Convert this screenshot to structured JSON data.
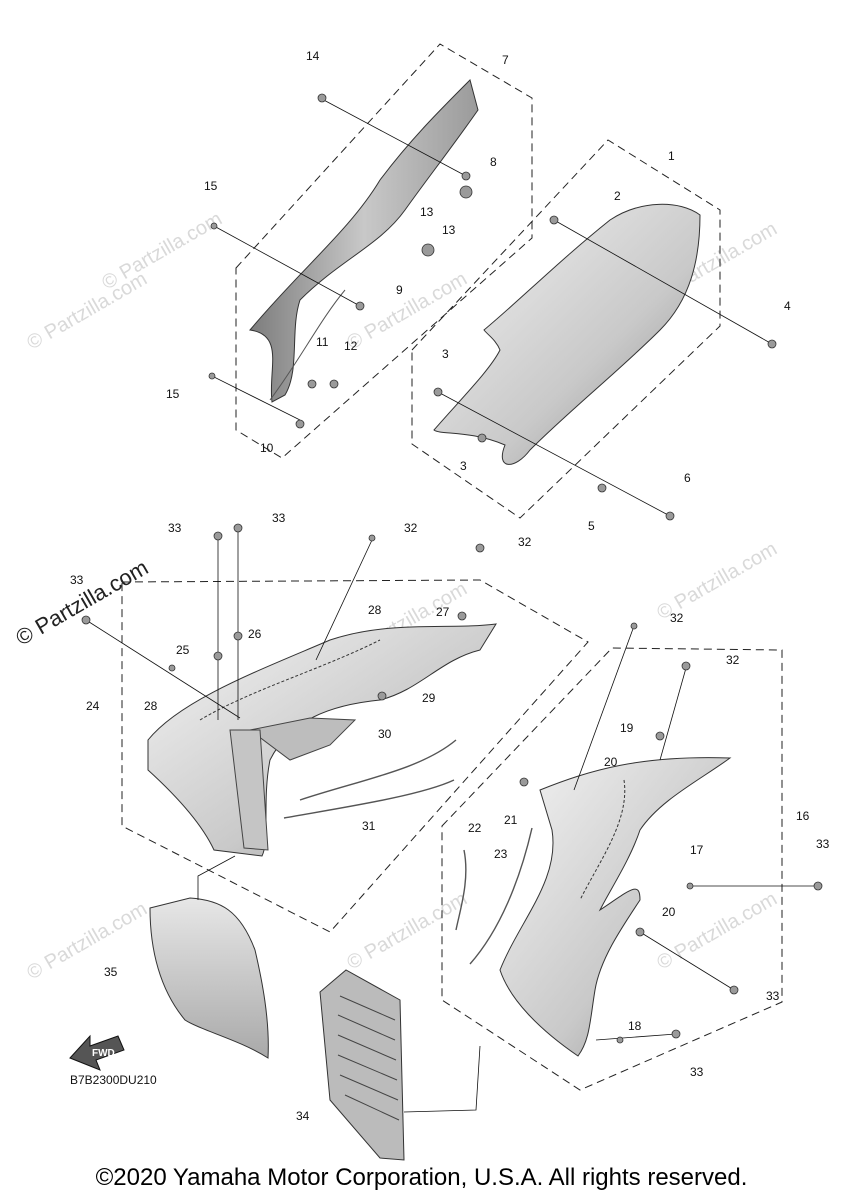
{
  "diagram": {
    "drawing_code": "B7B2300DU210",
    "copyright": "©2020 Yamaha Motor Corporation, U.S.A. All rights reserved.",
    "fwd_label": "FWD",
    "watermark": "© Partzilla.com",
    "callouts": [
      "1",
      "2",
      "3",
      "3",
      "4",
      "5",
      "6",
      "7",
      "8",
      "9",
      "10",
      "11",
      "12",
      "13",
      "13",
      "14",
      "15",
      "15",
      "16",
      "17",
      "18",
      "19",
      "20",
      "20",
      "21",
      "22",
      "23",
      "24",
      "25",
      "26",
      "27",
      "28",
      "28",
      "29",
      "30",
      "31",
      "32",
      "32",
      "32",
      "32",
      "33",
      "33",
      "33",
      "33",
      "33",
      "33",
      "34",
      "35"
    ]
  }
}
